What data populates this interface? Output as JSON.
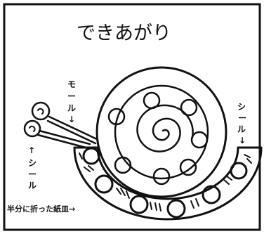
{
  "title": "できあがり",
  "labels": {
    "moru": [
      "モ",
      "ー",
      "ル",
      "↓"
    ],
    "shiru_top": [
      "シ",
      "ー",
      "ル",
      "↓"
    ],
    "shiru_left": [
      "↑",
      "シ",
      "ー",
      "ル"
    ],
    "plate": "半分に折った紙皿→"
  },
  "colors": {
    "line": "#111111",
    "background": "#ffffff"
  }
}
